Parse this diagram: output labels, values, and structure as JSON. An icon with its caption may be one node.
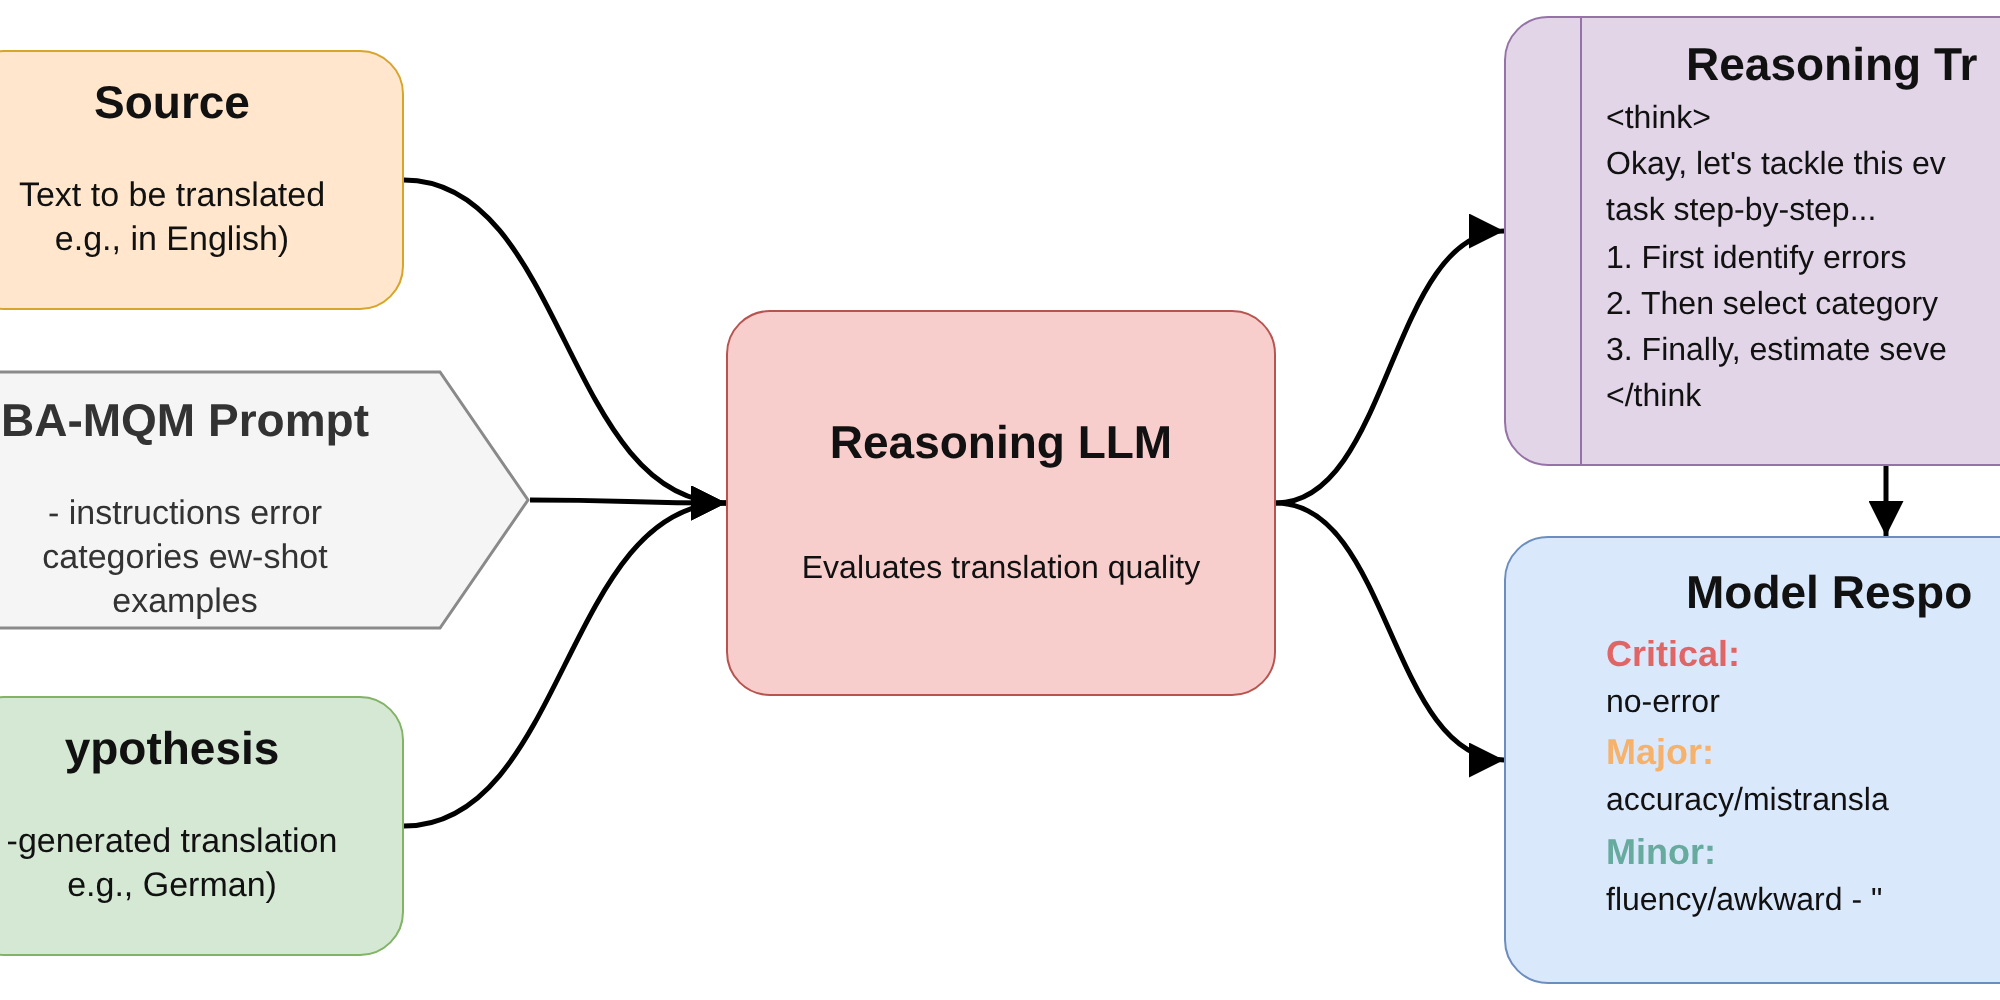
{
  "diagram": {
    "nodes": [
      {
        "text": [
          "Source",
          "Text to be translated e.g., in English)"
        ]
      },
      {
        "text": [
          "BA-MQM Prompt",
          "- instructions error categories ew-shot examples"
        ]
      },
      {
        "text": [
          "ypothesis",
          "-generated translation e.g., German)"
        ]
      },
      {
        "text": [
          "Reasoning LLM",
          "Evaluates translation quality"
        ]
      },
      {
        "text": [
          "Reasoning Tr",
          "<think>",
          "Okay, let's tackle this ev",
          "task step-by-step...",
          "1. First identify errors",
          "2. Then select category",
          "3. Finally, estimate seve",
          "</think"
        ]
      },
      {
        "text": [
          "Model Respo",
          "Critical:",
          "no-error",
          "Major:",
          "accuracy/mistransla",
          "Minor:",
          "fluency/awkward - \""
        ]
      }
    ],
    "edges": [
      {
        "from": 0,
        "to": 3,
        "arrow": "to"
      },
      {
        "from": 1,
        "to": 3,
        "arrow": "to"
      },
      {
        "from": 2,
        "to": 3,
        "arrow": "to"
      },
      {
        "from": 3,
        "to": 4,
        "arrow": "to"
      },
      {
        "from": 3,
        "to": 5,
        "arrow": "to"
      },
      {
        "from": 4,
        "to": 5,
        "arrow": "to"
      }
    ]
  }
}
